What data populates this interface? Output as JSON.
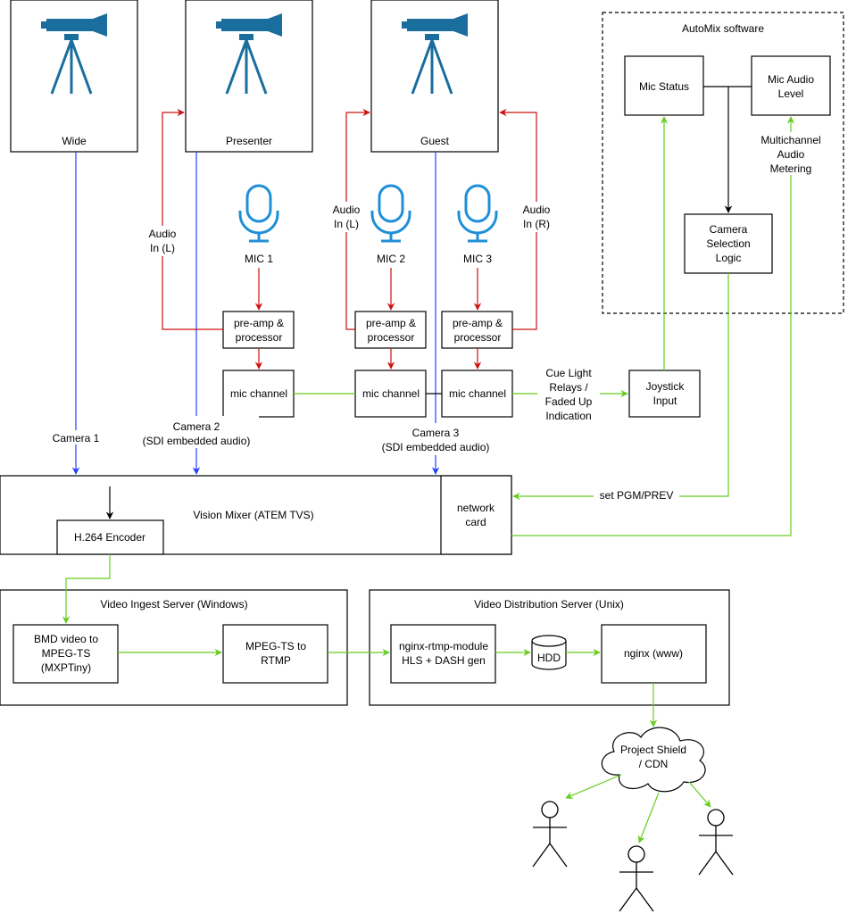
{
  "colors": {
    "camera": "#1a6e9e",
    "mic": "#1f8fd8",
    "video_line": "#1f3fff",
    "audio_line": "#cc1111",
    "control_line": "#66cc22",
    "box": "#000000"
  },
  "icons": {
    "camera": "video-camera-tripod-icon",
    "mic": "microphone-icon",
    "disk": "hdd-cylinder-icon",
    "cloud": "cloud-icon",
    "user": "stick-figure-user-icon"
  },
  "cameras": [
    {
      "label": "Wide"
    },
    {
      "label": "Presenter"
    },
    {
      "label": "Guest"
    }
  ],
  "mics": [
    {
      "label": "MIC 1"
    },
    {
      "label": "MIC 2"
    },
    {
      "label": "MIC 3"
    }
  ],
  "preamps": [
    {
      "line1": "pre-amp &",
      "line2": "processor"
    },
    {
      "line1": "pre-amp &",
      "line2": "processor"
    },
    {
      "line1": "pre-amp &",
      "line2": "processor"
    }
  ],
  "channels": [
    {
      "label": "mic channel"
    },
    {
      "label": "mic channel"
    },
    {
      "label": "mic channel"
    }
  ],
  "audio_in": [
    {
      "line1": "Audio",
      "line2": "In (L)"
    },
    {
      "line1": "Audio",
      "line2": "In (L)"
    },
    {
      "line1": "Audio",
      "line2": "In (R)"
    }
  ],
  "camera_feeds": [
    {
      "line1": "Camera 1",
      "line2": ""
    },
    {
      "line1": "Camera 2",
      "line2": "(SDI embedded audio)"
    },
    {
      "line1": "Camera 3",
      "line2": "(SDI embedded audio)"
    }
  ],
  "cue_label": {
    "line1": "Cue Light",
    "line2": "Relays /",
    "line3": "Faded Up",
    "line4": "Indication"
  },
  "joystick": {
    "line1": "Joystick",
    "line2": "Input"
  },
  "automix": {
    "title": "AutoMix software",
    "mic_status": "Mic Status",
    "mic_audio_level": {
      "line1": "Mic Audio",
      "line2": "Level"
    },
    "camera_selection": {
      "line1": "Camera",
      "line2": "Selection",
      "line3": "Logic"
    },
    "metering_label": {
      "line1": "Multichannel",
      "line2": "Audio",
      "line3": "Metering"
    }
  },
  "vision_mixer": {
    "title": "Vision Mixer (ATEM TVS)",
    "encoder": "H.264 Encoder",
    "network_card": {
      "line1": "network",
      "line2": "card"
    },
    "set_pgm_label": "set PGM/PREV"
  },
  "ingest_server": {
    "title": "Video Ingest Server (Windows)",
    "bmd": {
      "line1": "BMD video to",
      "line2": "MPEG-TS",
      "line3": "(MXPTiny)"
    },
    "rtmp": {
      "line1": "MPEG-TS to",
      "line2": "RTMP"
    }
  },
  "distribution_server": {
    "title": "Video Distribution Server (Unix)",
    "nginx_module": {
      "line1": "nginx-rtmp-module",
      "line2": "HLS + DASH gen"
    },
    "hdd": "HDD",
    "nginx": "nginx (www)"
  },
  "cdn": {
    "line1": "Project Shield",
    "line2": "/ CDN"
  }
}
